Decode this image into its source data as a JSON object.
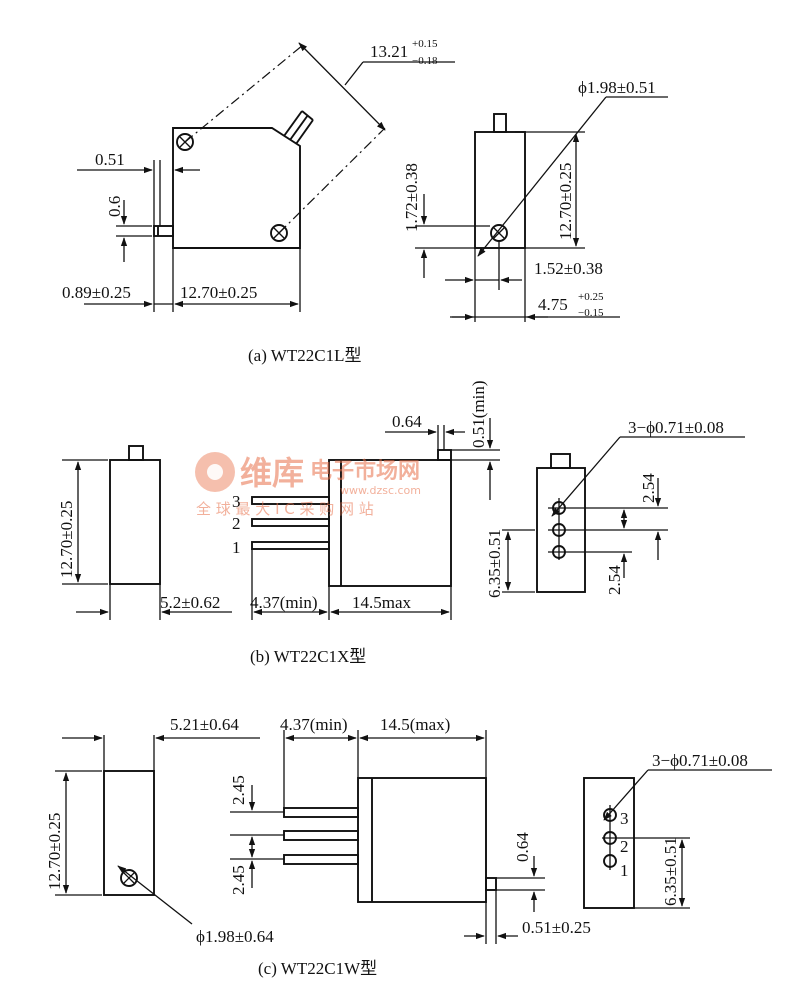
{
  "figure_a": {
    "caption": "(a)  WT22C1L型",
    "dim_diag": "13.21",
    "dim_diag_tol_up": "+0.15",
    "dim_diag_tol_dn": "−0.18",
    "dim_051": "0.51",
    "dim_06": "0.6",
    "dim_089": "0.89±0.25",
    "dim_1270": "12.70±0.25",
    "dim_phi": "ϕ1.98±0.51",
    "dim_172": "1.72±0.38",
    "dim_1270v": "12.70±0.25",
    "dim_152": "1.52±0.38",
    "dim_475": "4.75",
    "dim_475_up": "+0.25",
    "dim_475_dn": "−0.15"
  },
  "figure_b": {
    "caption": "(b)  WT22C1X型",
    "dim_1270v": "12.70±0.25",
    "dim_52": "5.2±0.62",
    "dim_064": "0.64",
    "dim_051min": "0.51(min)",
    "pin3": "3",
    "pin2": "2",
    "pin1": "1",
    "dim_437": "4.37(min)",
    "dim_145": "14.5max",
    "dim_3phi": "3−ϕ0.71±0.08",
    "dim_254a": "2.54",
    "dim_254b": "2.54",
    "dim_635": "6.35±0.51"
  },
  "figure_c": {
    "caption": "(c)  WT22C1W型",
    "dim_521": "5.21±0.64",
    "dim_1270v": "12.70±0.25",
    "dim_phi": "ϕ1.98±0.64",
    "dim_437": "4.37(min)",
    "dim_145": "14.5(max)",
    "dim_245a": "2.45",
    "dim_245b": "2.45",
    "dim_064": "0.64",
    "dim_051": "0.51±0.25",
    "dim_3phi": "3−ϕ0.71±0.08",
    "pin3": "3",
    "pin2": "2",
    "pin1": "1",
    "dim_635": "6.35±0.51"
  },
  "watermark": {
    "brand": "维库",
    "site": "电子市场网",
    "url": "www.dzsc.com",
    "slogan": "全 球 最 大 I C 采 购 网 站"
  }
}
